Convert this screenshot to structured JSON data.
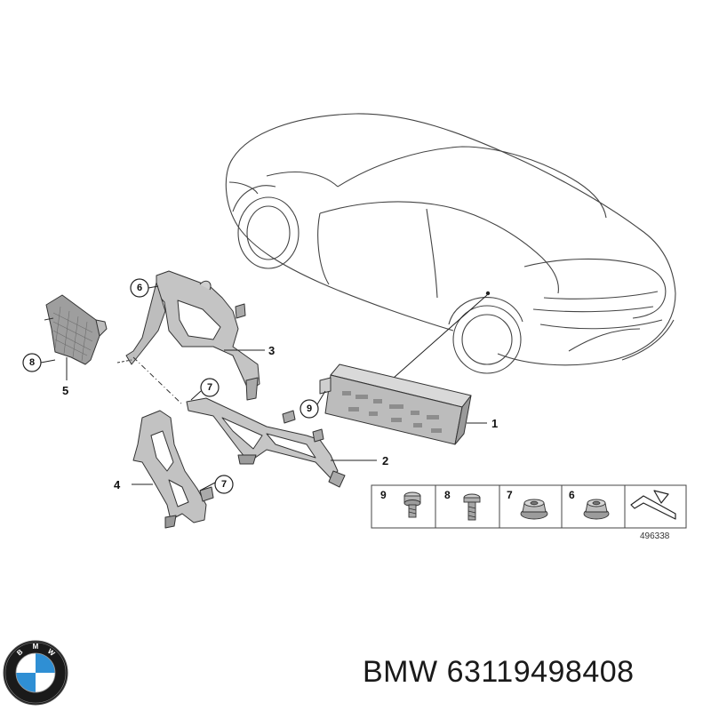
{
  "callouts": {
    "c1": "1",
    "c2": "2",
    "c3": "3",
    "c4": "4",
    "c5": "5",
    "c6": "6",
    "c7a": "7",
    "c7b": "7",
    "c8": "8",
    "c9": "9"
  },
  "legend": {
    "cells": [
      "9",
      "8",
      "7",
      "6"
    ],
    "diagram_id": "496338"
  },
  "footer": {
    "brand": "BMW",
    "part_number": "63119498408"
  },
  "colors": {
    "line": "#333333",
    "part_fill": "#bdbdbd",
    "part_dark": "#8a8a8a",
    "logo_blue": "#2f8fd4",
    "logo_ring": "#1a1a1a"
  }
}
